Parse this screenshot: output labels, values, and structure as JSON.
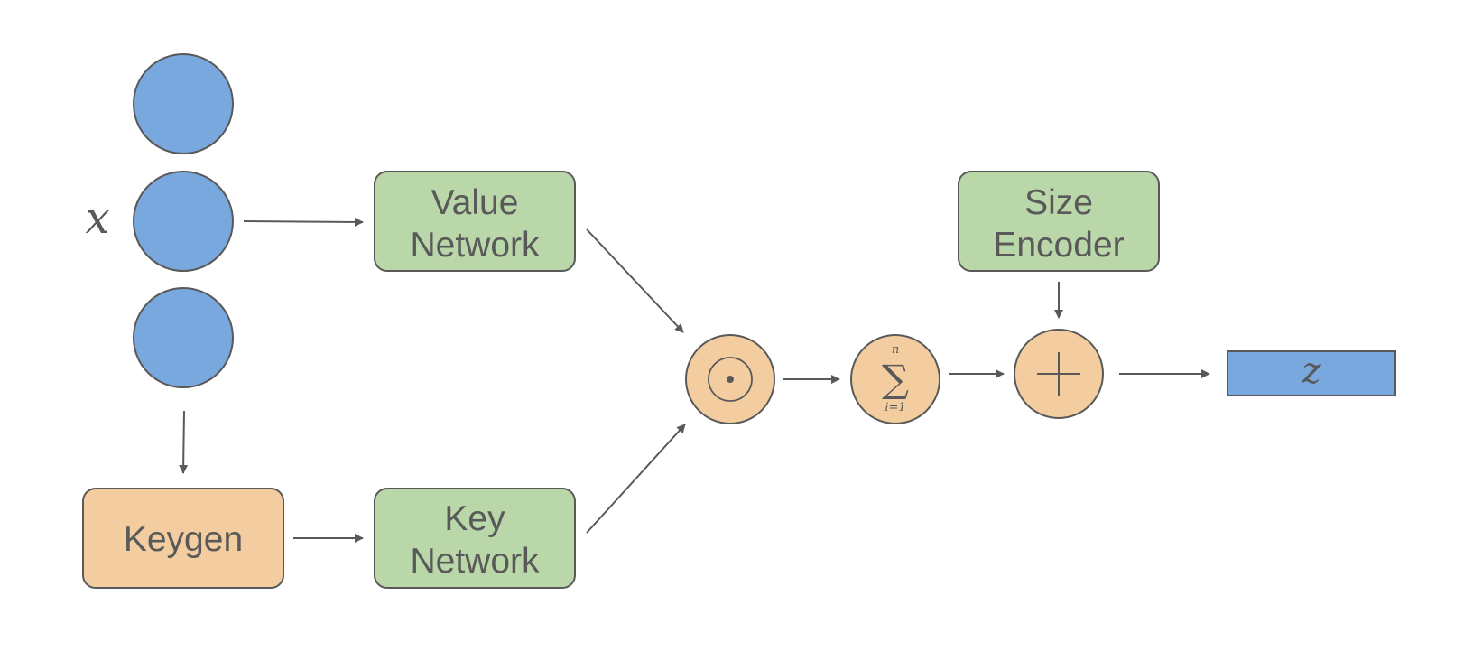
{
  "colors": {
    "input_blue": "#79a8de",
    "network_green": "#b9d7a8",
    "op_orange": "#f3cda0",
    "stroke_gray": "#595959",
    "text_gray": "#595959"
  },
  "input": {
    "label": "x",
    "node_count": 3
  },
  "boxes": {
    "value_network": {
      "line1": "Value",
      "line2": "Network"
    },
    "key_network": {
      "line1": "Key",
      "line2": "Network"
    },
    "keygen": {
      "label": "Keygen"
    },
    "size_encoder": {
      "line1": "Size",
      "line2": "Encoder"
    }
  },
  "operators": {
    "hadamard": {
      "symbol": "⊙",
      "icon": "circle-dot-icon"
    },
    "sum": {
      "symbol": "∑",
      "upper": "n",
      "lower": "i=1",
      "icon": "summation-icon"
    },
    "add": {
      "symbol": "+",
      "icon": "plus-icon"
    }
  },
  "output": {
    "label": "z"
  }
}
